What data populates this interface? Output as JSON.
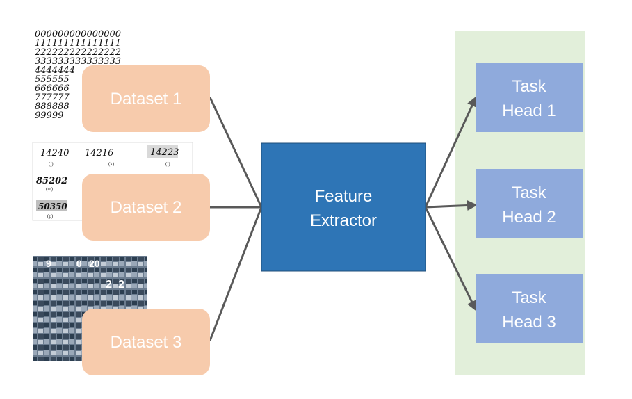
{
  "datasets": [
    {
      "label": "Dataset 1"
    },
    {
      "label": "Dataset 2"
    },
    {
      "label": "Dataset 3"
    }
  ],
  "feature_extractor": {
    "line1": "Feature",
    "line2": "Extractor"
  },
  "task_heads": [
    {
      "line1": "Task",
      "line2": "Head 1"
    },
    {
      "line1": "Task",
      "line2": "Head 2"
    },
    {
      "line1": "Task",
      "line2": "Head 3"
    }
  ],
  "thumbnails": {
    "mnist_rows": [
      "000000000000000",
      "111111111111111",
      "222222222222222",
      "333333333333333",
      "4444444",
      "555555",
      "666666",
      "777777",
      "888888",
      "99999"
    ],
    "handwritten": {
      "samples": [
        "14240",
        "14216",
        "14223"
      ],
      "captions": [
        "(j)",
        "(k)",
        "(l)"
      ],
      "row2": "85202",
      "row2_caption": "(m)",
      "row3": "50350",
      "row3_caption": "(p)"
    },
    "svhn_numbers": [
      "9",
      "0",
      "20",
      "2",
      "2"
    ]
  },
  "colors": {
    "dataset": "#f7cbac",
    "feature_extractor": "#2e75b6",
    "task_head": "#8faadc",
    "heads_panel": "#e2efda",
    "connector": "#595959"
  }
}
